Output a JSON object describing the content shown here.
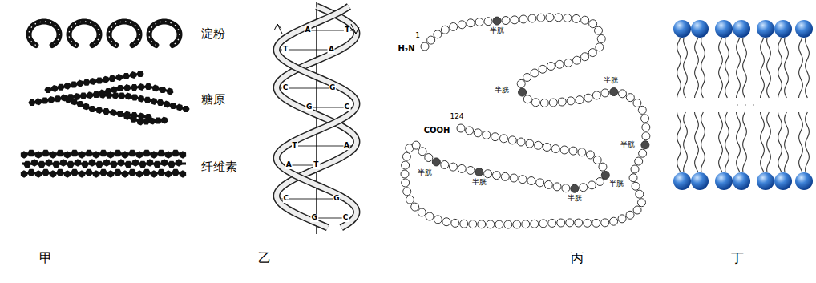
{
  "diagram": {
    "labels": [
      "淀粉",
      "糖原",
      "纤维素",
      "A",
      "T",
      "T",
      "A",
      "C",
      "G",
      "G",
      "C",
      "T",
      "A",
      "A",
      "T",
      "C",
      "G",
      "G",
      "C",
      "H₂N",
      "1",
      "124",
      "COOH",
      "半胱",
      "半胱",
      "半胱",
      "半胱",
      "半胱",
      "半胱",
      "半胱",
      "半胱",
      "甲",
      "乙",
      "丙",
      "丁"
    ]
  }
}
